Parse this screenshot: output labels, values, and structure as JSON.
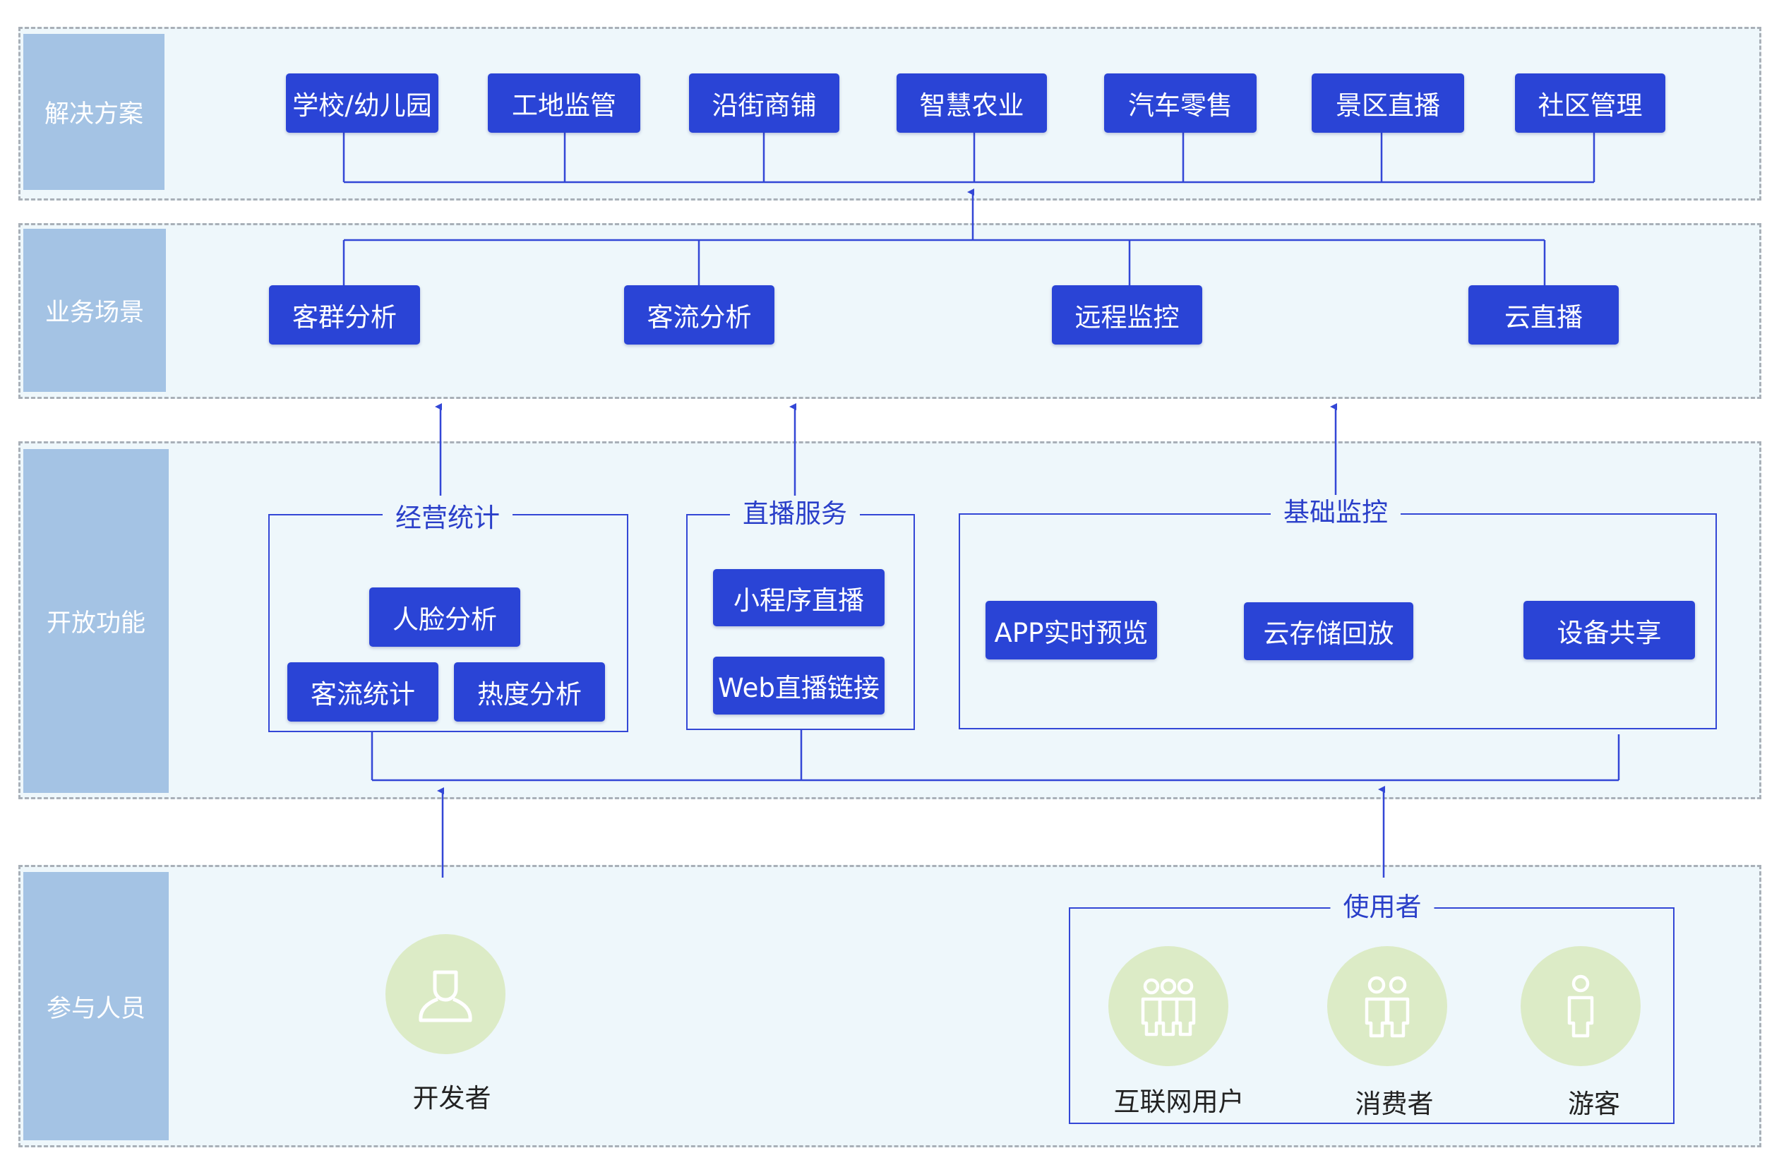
{
  "layers": {
    "solutions": "解决方案",
    "scenarios": "业务场景",
    "features": "开放功能",
    "participants": "参与人员"
  },
  "solutions": [
    "学校/幼儿园",
    "工地监管",
    "沿街商铺",
    "智慧农业",
    "汽车零售",
    "景区直播",
    "社区管理"
  ],
  "scenarios": [
    "客群分析",
    "客流分析",
    "远程监控",
    "云直播"
  ],
  "features": {
    "business_stats": {
      "title": "经营统计",
      "items": [
        "人脸分析",
        "客流统计",
        "热度分析"
      ]
    },
    "live_service": {
      "title": "直播服务",
      "items": [
        "小程序直播",
        "Web直播链接"
      ]
    },
    "basic_monitoring": {
      "title": "基础监控",
      "items": [
        "APP实时预览",
        "云存储回放",
        "设备共享"
      ]
    }
  },
  "participants": {
    "developer": "开发者",
    "users_group": {
      "title": "使用者",
      "items": [
        "互联网用户",
        "消费者",
        "游客"
      ]
    }
  },
  "colors": {
    "pill": "#2a44d6",
    "line": "#3347d6",
    "layer_bg": "#eef7fb",
    "label_bg": "#a4c3e4",
    "avatar_bg": "#dcebc6"
  },
  "icons": [
    "person-icon",
    "group-icon",
    "couple-icon",
    "single-person-icon"
  ]
}
